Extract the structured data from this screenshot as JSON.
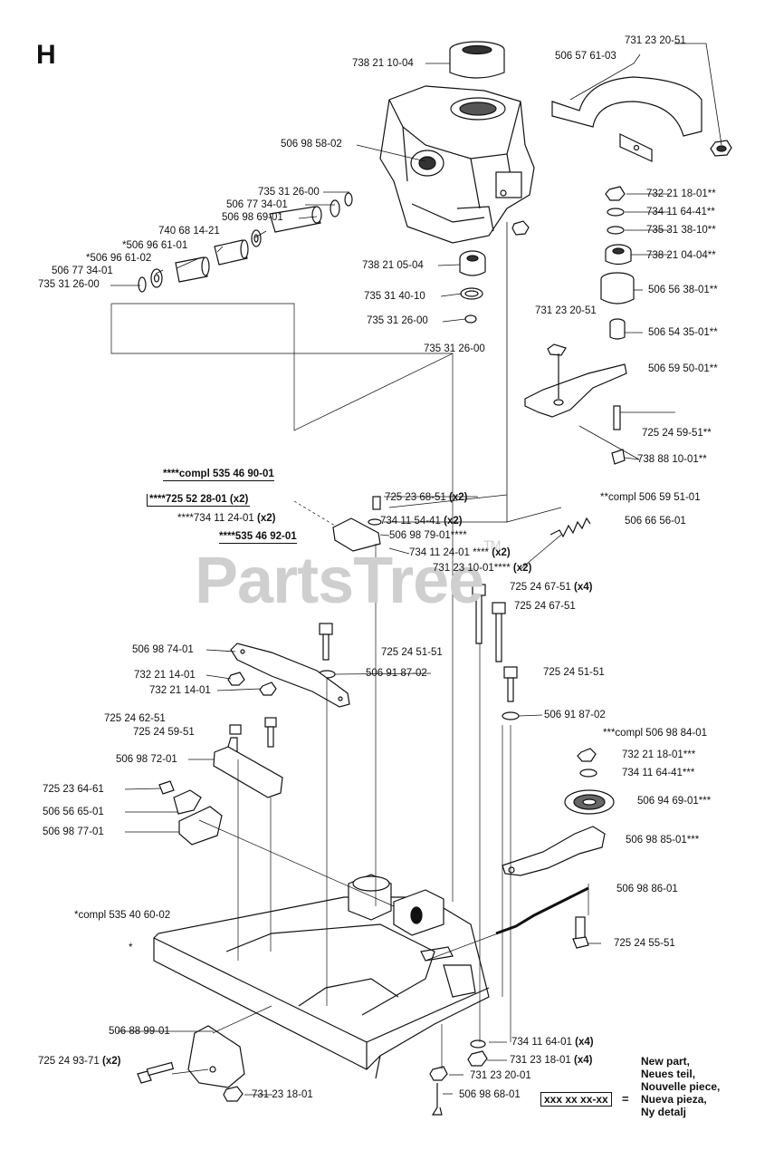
{
  "section_letter": "H",
  "watermark": "PartsTree",
  "watermark_tm": "TM",
  "labels": {
    "p1": "738 21 10-04",
    "p2": "731 23 20-51",
    "p3": "506 57 61-03",
    "p4": "506 98 58-02",
    "p5": "735 31 26-00",
    "p6": "506 77 34-01",
    "p7": "506 98 69-01",
    "p8": "740 68 14-21",
    "p9": "*506 96 61-01",
    "p10": "*506 96 61-02",
    "p11": "506 77 34-01",
    "p12": "735 31 26-00",
    "p13": "732 21 18-01**",
    "p14": "734 11 64-41**",
    "p15": "735 31 38-10**",
    "p16": "738 21 04-04**",
    "p17": "738 21 05-04",
    "p18": "506 56 38-01**",
    "p19": "735 31 40-10",
    "p20": "731 23 20-51",
    "p21": "735 31 26-00",
    "p22": "506 54 35-01**",
    "p23": "735 31 26-00",
    "p24": "506 59 50-01**",
    "p25": "725 24 59-51**",
    "p26": "738 88 10-01**",
    "p27": "****compl 535 46 90-01",
    "p28": "725 23 68-51",
    "p28x": "(x2)",
    "p29": "**compl 506 59 51-01",
    "p30": "****725 52 28-01 (x2)",
    "p31": "****734 11 24-01",
    "p31x": "(x2)",
    "p32": "734 11 54-41",
    "p32x": "(x2)",
    "p33": "506 66 56-01",
    "p34": "****535 46 92-01",
    "p35": "506 98 79-01****",
    "p36": "734 11 24-01 ****",
    "p36x": "(x2)",
    "p37": "731 23 10-01****",
    "p37x": "(x2)",
    "p38": "725 24 67-51",
    "p38x": "(x4)",
    "p39": "725 24 67-51",
    "p40": "506 98 74-01",
    "p41": "725 24 51-51",
    "p42": "732 21 14-01",
    "p43": "506 91 87-02",
    "p44": "732 21 14-01",
    "p45": "725 24 51-51",
    "p46": "725 24 62-51",
    "p47": "725 24 59-51",
    "p48": "506 91 87-02",
    "p49": "***compl 506 98 84-01",
    "p50": "506 98 72-01",
    "p51": "732 21 18-01***",
    "p52": "734 11 64-41***",
    "p53": "725 23 64-61",
    "p54": "506 94 69-01***",
    "p55": "506 56 65-01",
    "p56": "506 98 77-01",
    "p57": "506 98 85-01***",
    "p58": "506 98 86-01",
    "p59": "*compl 535 40 60-02",
    "p60": "725 24 55-51",
    "p61": "*",
    "p62": "506 88 99-01",
    "p63": "734 11 64-01",
    "p63x": "(x4)",
    "p64": "725 24 93-71",
    "p64x": "(x2)",
    "p65": "731 23 18-01",
    "p65x": "(x4)",
    "p66": "731 23 20-01",
    "p67": "731 23 18-01",
    "p68": "506 98 68-01"
  },
  "legend": {
    "lines": [
      "New part,",
      "Neues teil,",
      "Nouvelle piece,",
      "Nueva pieza,",
      "Ny detalj"
    ],
    "code": "xxx xx xx-xx",
    "eq": "="
  }
}
